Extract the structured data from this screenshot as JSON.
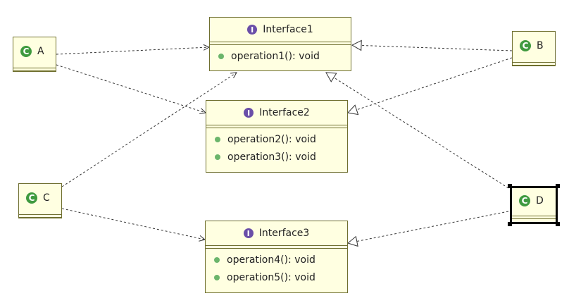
{
  "interfaces": [
    {
      "name": "Interface1",
      "operations": [
        "operation1(): void"
      ]
    },
    {
      "name": "Interface2",
      "operations": [
        "operation2(): void",
        "operation3(): void"
      ]
    },
    {
      "name": "Interface3",
      "operations": [
        "operation4(): void",
        "operation5(): void"
      ]
    }
  ],
  "classes": [
    {
      "name": "A"
    },
    {
      "name": "B"
    },
    {
      "name": "C"
    },
    {
      "name": "D"
    }
  ],
  "icons": {
    "interface": "I",
    "class": "C"
  },
  "colors": {
    "box_fill": "#ffffe1",
    "box_border": "#6f6f2f",
    "interface_icon": "#6a4ea8",
    "class_icon": "#3f9a3f",
    "operation_dot": "#6bb56b"
  }
}
